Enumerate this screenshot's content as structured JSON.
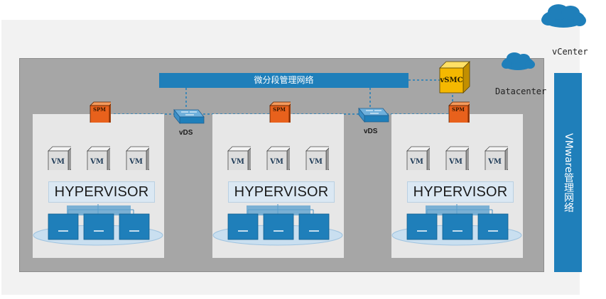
{
  "labels": {
    "mgmt_network": "微分段管理网络",
    "vmware_network": "VMware管理网络",
    "vcenter": "vCenter",
    "datacenter": "Datacenter",
    "vsmc": "vSMC",
    "vds": "vDS",
    "spm": "SPM",
    "vm": "VM",
    "hypervisor": "HYPERVISOR"
  },
  "hosts": [
    {
      "vms": [
        "VM",
        "VM",
        "VM"
      ],
      "hypervisor": "HYPERVISOR",
      "spm": "SPM"
    },
    {
      "vms": [
        "VM",
        "VM",
        "VM"
      ],
      "hypervisor": "HYPERVISOR",
      "spm": "SPM"
    },
    {
      "vms": [
        "VM",
        "VM",
        "VM"
      ],
      "hypervisor": "HYPERVISOR",
      "spm": "SPM"
    }
  ],
  "switches": [
    "vDS",
    "vDS"
  ],
  "colors": {
    "network_bar": "#1f7fba",
    "spm": "#e8611c",
    "vsmc": "#f5b800",
    "vm_cube": "#e4e4e4",
    "server": "#1f7fba",
    "datacenter_bg": "#a6a6a6",
    "host_bg": "#e7e7e7"
  }
}
